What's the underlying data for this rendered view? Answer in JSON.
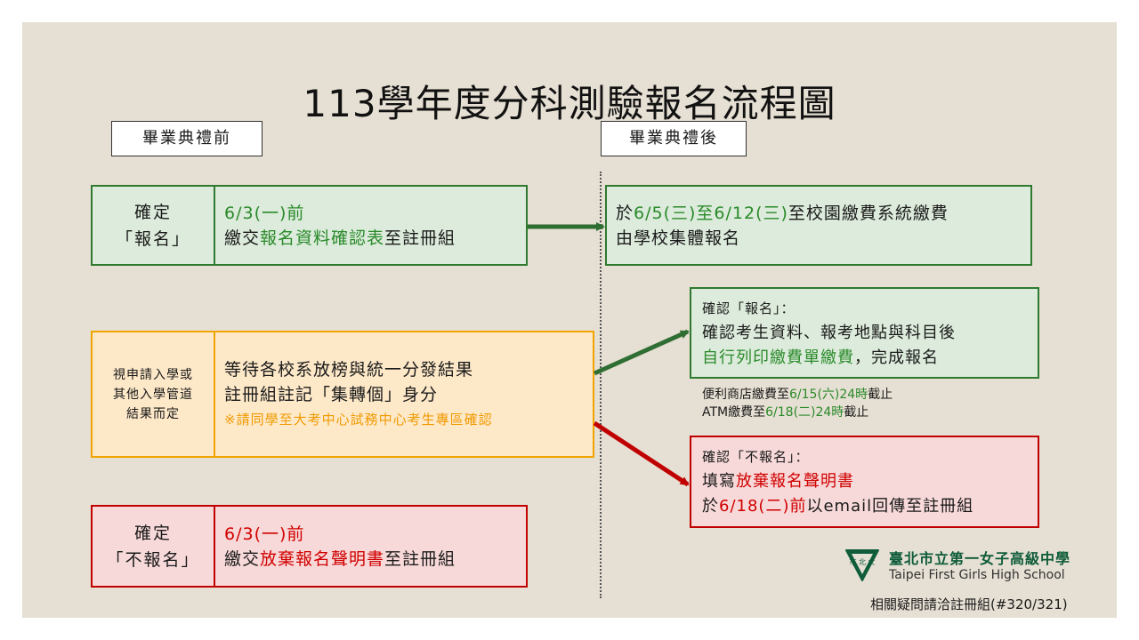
{
  "title": "113學年度分科測驗報名流程圖",
  "phases": {
    "before": "畢業典禮前",
    "after": "畢業典禮後"
  },
  "left_boxes": {
    "register": {
      "label_line1": "確定",
      "label_line2": "「報名」",
      "line1": "6/3(一)前",
      "line2_pre": "繳交",
      "line2_hl": "報名資料確認表",
      "line2_post": "至註冊組"
    },
    "undecided": {
      "label_line1": "視申請入學或",
      "label_line2": "其他入學管道",
      "label_line3": "結果而定",
      "line1": "等待各校系放榜與統一分發結果",
      "line2": "註冊組註記「集轉個」身分",
      "line3": "※請同學至大考中心試務中心考生專區確認"
    },
    "not_register": {
      "label_line1": "確定",
      "label_line2": "「不報名」",
      "line1": "6/3(一)前",
      "line2_pre": "繳交",
      "line2_hl": "放棄報名聲明書",
      "line2_post": "至註冊組"
    }
  },
  "right_boxes": {
    "school_pay": {
      "line1_pre": "於",
      "line1_hl": "6/5(三)至6/12(三)",
      "line1_post": "至校園繳費系統繳費",
      "line2": "由學校集體報名"
    },
    "confirm_register": {
      "line1": "確認「報名」：",
      "line2": "確認考生資料、報考地點與科目後",
      "line3_hl": "自行列印繳費單繳費",
      "line3_post": "，完成報名"
    },
    "confirm_not_register": {
      "line1": "確認「不報名」：",
      "line2_pre": "填寫",
      "line2_hl": "放棄報名聲明書",
      "line3_pre": "於",
      "line3_hl": "6/18(二)前",
      "line3_post": "以email回傳至註冊組"
    }
  },
  "payment_notes": {
    "store_pre": "便利商店繳費至",
    "store_hl": "6/15(六)24時",
    "store_post": "截止",
    "atm_pre": "ATM繳費至",
    "atm_hl": "6/18(二)24時",
    "atm_post": "截止"
  },
  "school": {
    "name_zh": "臺北市立第一女子高級中學",
    "name_en": "Taipei First Girls High School",
    "logo_chars": "市 北 女"
  },
  "contact": "相關疑問請洽註冊組(#320/321)",
  "colors": {
    "green": "#2f7a30",
    "orange": "#f2a400",
    "red": "#c00000",
    "background": "#e6dfd3"
  }
}
